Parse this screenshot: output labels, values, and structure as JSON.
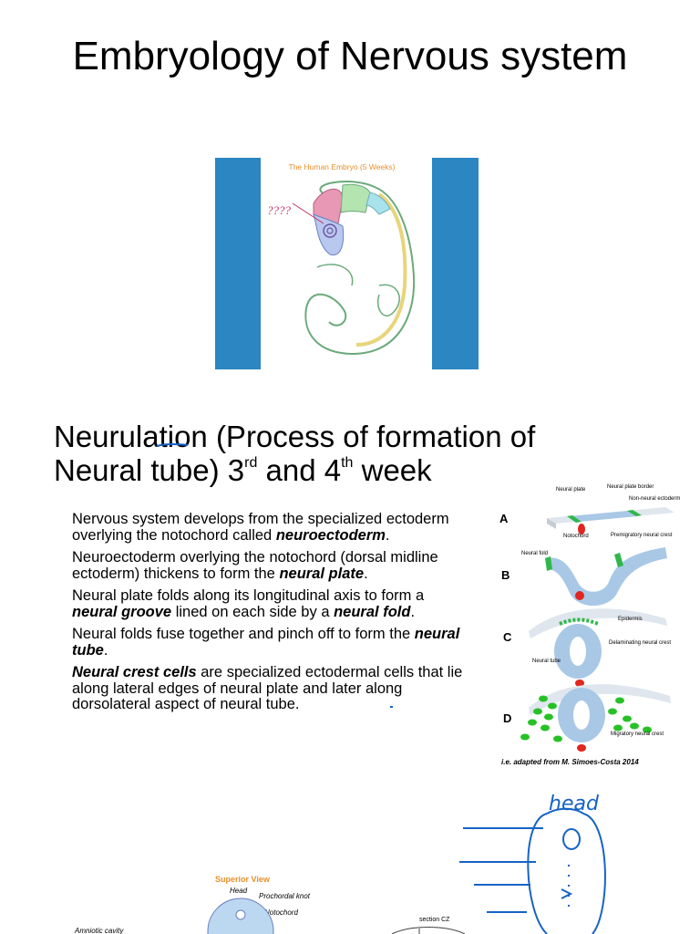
{
  "title": "Embryology of Nervous system",
  "embryo_figure": {
    "caption": "The Human Embryo (5 Weeks)",
    "question_label": "????"
  },
  "section": {
    "heading_part1": "Neurulation (Process of formation of Neural tube) 3",
    "sup1": "rd",
    "heading_part2": " and 4",
    "sup2": "th",
    "heading_part3": " week"
  },
  "bullets": [
    {
      "pre": "Nervous system develops from the specialized ectoderm overlying the notochord called ",
      "bold": "neuroectoderm",
      "post": "."
    },
    {
      "pre": "Neuroectoderm overlying the notochord (dorsal midline ectoderm) thickens to form the ",
      "bold": "neural plate",
      "post": "."
    },
    {
      "pre": "Neural plate folds along its longitudinal axis to form a ",
      "bold": "neural groove",
      "mid": " lined on each side by a ",
      "bold2": "neural fold",
      "post": "."
    },
    {
      "pre": "Neural folds fuse together and pinch off to form the ",
      "bold": "neural tube",
      "post": "."
    },
    {
      "pre": "",
      "bold": "Neural crest cells",
      "post": " are specialized ectodermal cells that lie along lateral edges of neural plate and later along dorsolateral aspect of neural tube."
    }
  ],
  "neurulation_figure": {
    "panels": [
      "A",
      "B",
      "C",
      "D"
    ],
    "labels": {
      "neural_plate": "Neural plate",
      "neural_plate_border": "Neural plate border",
      "non_neural_ectoderm": "Non-neural ectoderm",
      "notochord": "Notochord",
      "neural_fold": "Neural fold",
      "premigratory": "Premigratory neural crest",
      "epidermis": "Epidermis",
      "delaminating": "Delaminating neural crest",
      "neural_tube": "Neural tube",
      "migratory": "Migratory neural crest"
    },
    "credit": "i.e. adapted from  M. Simoes-Costa 2014"
  },
  "annotation": {
    "handwritten": "head"
  },
  "bottom_figure": {
    "superior_view": "Superior View",
    "head": "Head",
    "prochordal": "Prochordal knot",
    "notochord": "Notochord",
    "amniotic": "Amniotic cavity",
    "section": "section CZ"
  },
  "colors": {
    "blue_bar": "#2b86c2",
    "caption_orange": "#e8902c",
    "tube_blue": "#a9c8e6",
    "crest_green": "#27c127",
    "notochord_red": "#e0261f",
    "ink_blue": "#1663c7"
  }
}
